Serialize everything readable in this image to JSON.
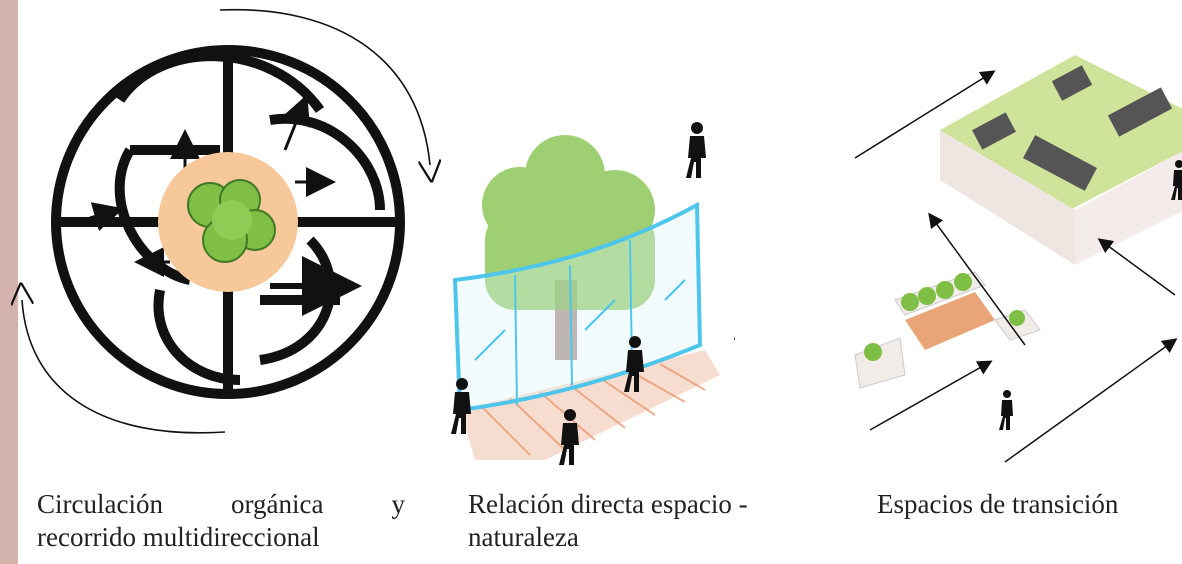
{
  "colors": {
    "sidebar": "#d3b3ab",
    "ink": "#111111",
    "glass": "#4ec6ec",
    "tree": "#7fbf45",
    "core": "#f6c89a",
    "deck": "#e89a72",
    "roof": "#cfe49a"
  },
  "captions": {
    "organic_word1": "Circulación",
    "organic_word2": "orgánica",
    "organic_word3": "y",
    "organic_line2": "recorrido multidireccional",
    "nature_line1": "Relación directa espacio -",
    "nature_line2": "naturaleza",
    "transition": "Espacios de transición"
  }
}
